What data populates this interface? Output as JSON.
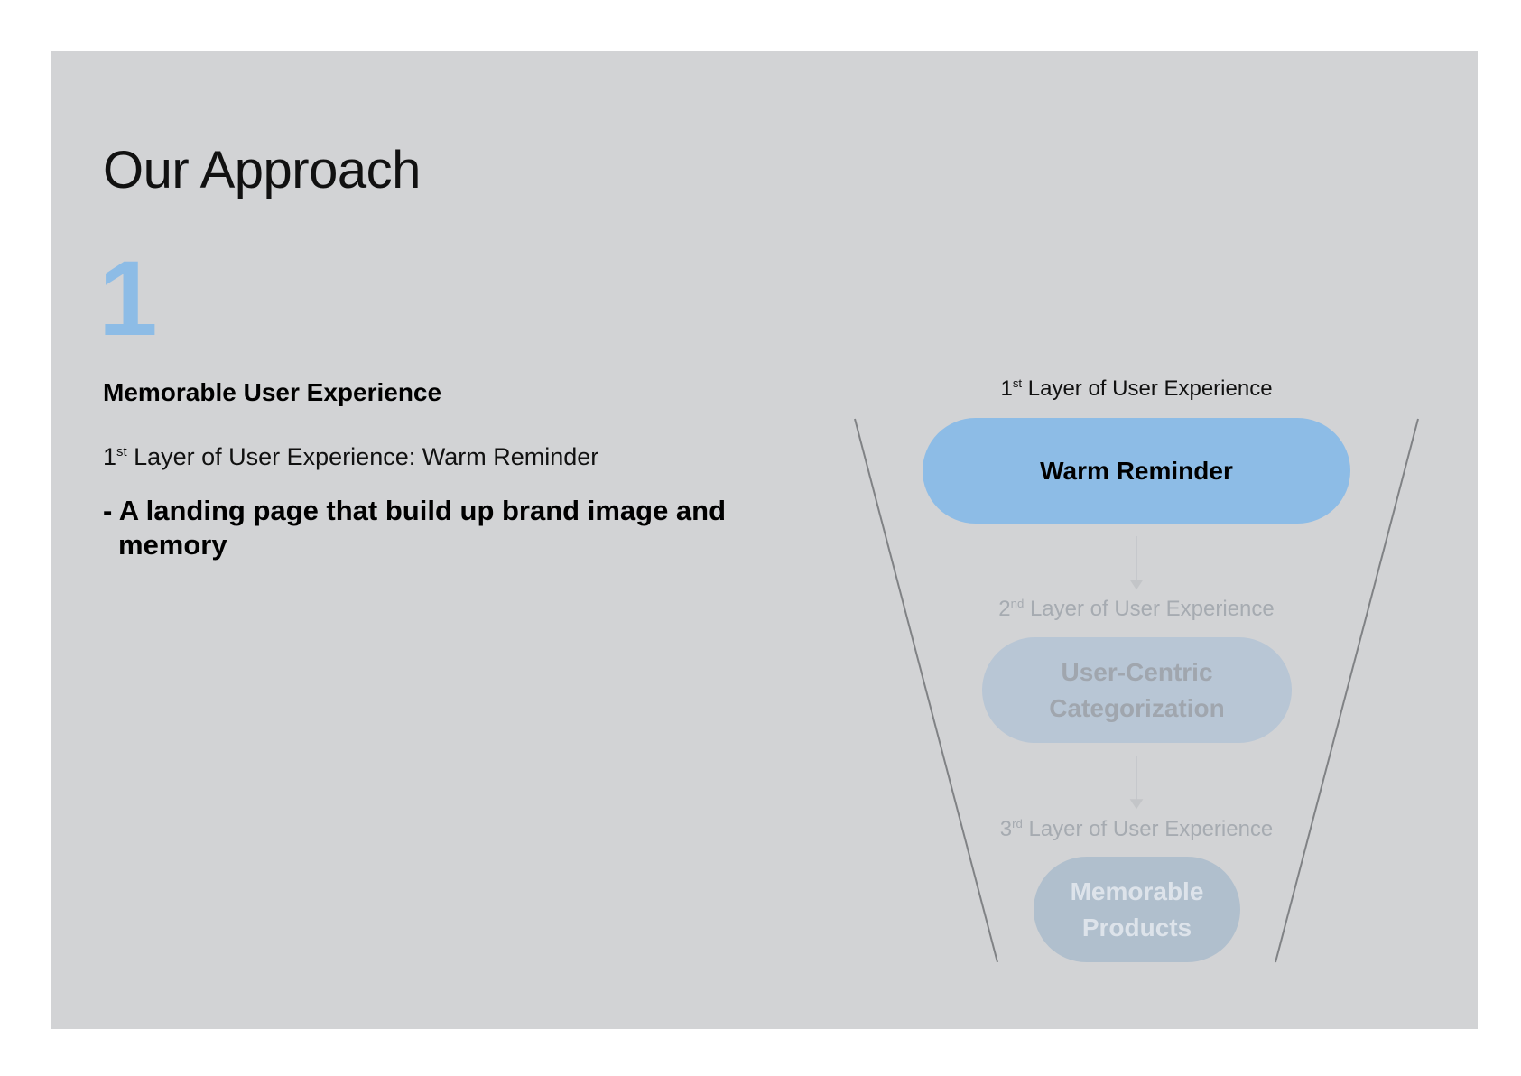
{
  "slide": {
    "title": "Our Approach",
    "number": "1",
    "subheading": "Memorable User Experience",
    "layer_line": {
      "prefix": "1",
      "sup": "st",
      "suffix": " Layer of User Experience: Warm Reminder"
    },
    "bullet": "- A landing page that build up brand image and memory"
  },
  "funnel": {
    "layers": [
      {
        "num": "1",
        "sup": "st",
        "label": " Layer of User Experience",
        "pill": "Warm Reminder"
      },
      {
        "num": "2",
        "sup": "nd",
        "label": " Layer of User Experience",
        "pill": "User-Centric Categorization"
      },
      {
        "num": "3",
        "sup": "rd",
        "label": " Layer of User Experience",
        "pill": "Memorable Products"
      }
    ]
  },
  "colors": {
    "background": "#d2d3d5",
    "accent": "#8dbce6",
    "funnel_line": "#808285"
  }
}
